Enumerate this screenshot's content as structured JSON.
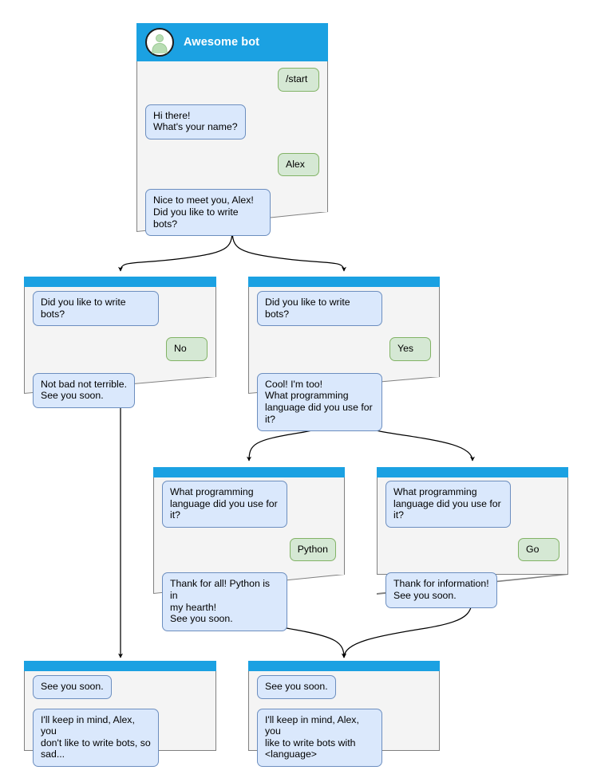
{
  "diagram": {
    "title": "Awesome bot conversation flow",
    "colors": {
      "header_blue": "#1ba1e2",
      "node_background": "#f4f4f4",
      "node_border": "#808080",
      "bot_bubble_fill": "#dae8fc",
      "bot_bubble_border": "#6c8ebf",
      "user_bubble_fill": "#d5e8d4",
      "user_bubble_border": "#82b366",
      "edge": "#000000",
      "avatar_figure": "#b9ddb4"
    }
  },
  "nodes": {
    "root": {
      "header_title": "Awesome bot",
      "avatar_icon": "user-avatar-icon",
      "messages": [
        {
          "side": "user",
          "text": "/start"
        },
        {
          "side": "bot",
          "text": "Hi there!\nWhat's your name?"
        },
        {
          "side": "user",
          "text": "Alex"
        },
        {
          "side": "bot",
          "text": "Nice to meet you, Alex!\nDid you like to write bots?"
        }
      ]
    },
    "no_branch": {
      "messages": [
        {
          "side": "bot",
          "text": "Did you like to write bots?"
        },
        {
          "side": "user",
          "text": "No"
        },
        {
          "side": "bot",
          "text": "Not bad not terrible.\nSee you soon."
        }
      ]
    },
    "yes_branch": {
      "messages": [
        {
          "side": "bot",
          "text": "Did you like to write bots?"
        },
        {
          "side": "user",
          "text": "Yes"
        },
        {
          "side": "bot",
          "text": "Cool! I'm too!\nWhat programming\nlanguage did you use for it?"
        }
      ]
    },
    "python_branch": {
      "messages": [
        {
          "side": "bot",
          "text": "What programming\nlanguage did you use for it?"
        },
        {
          "side": "user",
          "text": "Python"
        },
        {
          "side": "bot",
          "text": "Thank for all! Python is in\nmy hearth!\nSee you soon."
        }
      ]
    },
    "go_branch": {
      "messages": [
        {
          "side": "bot",
          "text": "What programming\nlanguage did you use for it?"
        },
        {
          "side": "user",
          "text": "Go"
        },
        {
          "side": "bot",
          "text": "Thank for information!\nSee you soon."
        }
      ]
    },
    "end_sad": {
      "messages": [
        {
          "side": "bot",
          "text": "See you soon."
        },
        {
          "side": "bot",
          "text": "I'll keep in mind, Alex, you\ndon't like to write bots, so\nsad..."
        }
      ]
    },
    "end_happy": {
      "messages": [
        {
          "side": "bot",
          "text": "See you soon."
        },
        {
          "side": "bot",
          "text": "I'll keep in mind, Alex, you\nlike to write bots with\n<language>"
        }
      ]
    }
  },
  "edges": [
    {
      "from": "root",
      "to": "no_branch"
    },
    {
      "from": "root",
      "to": "yes_branch"
    },
    {
      "from": "no_branch",
      "to": "end_sad"
    },
    {
      "from": "yes_branch",
      "to": "python_branch"
    },
    {
      "from": "yes_branch",
      "to": "go_branch"
    },
    {
      "from": "python_branch",
      "to": "end_happy"
    },
    {
      "from": "go_branch",
      "to": "end_happy"
    }
  ]
}
